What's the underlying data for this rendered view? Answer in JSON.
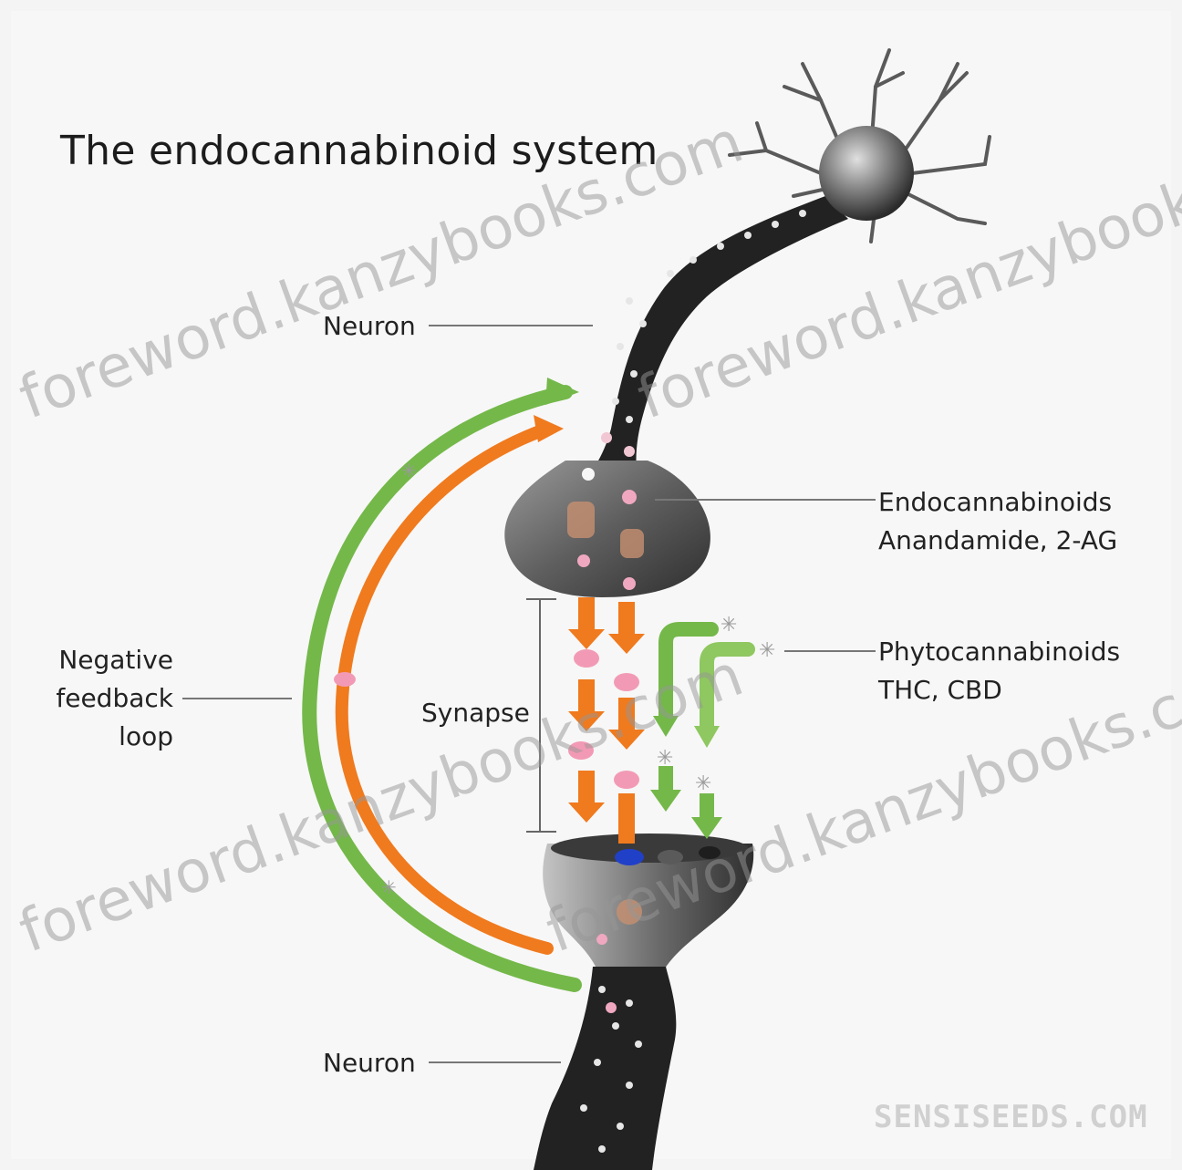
{
  "title": "The endocannabinoid system",
  "labels": {
    "neuron_top": "Neuron",
    "neuron_bottom": "Neuron",
    "endocannabinoids": [
      "Endocannabinoids",
      "Anandamide, 2-AG"
    ],
    "phytocannabinoids": [
      "Phytocannabinoids",
      "THC, CBD"
    ],
    "synapse": "Synapse",
    "negative_feedback": [
      "Negative",
      "feedback",
      "loop"
    ]
  },
  "watermark": "foreword.kanzybooks.com",
  "credit": "SENSISEEDS.COM",
  "colors": {
    "neuron": "#2a2a2a",
    "soma": "#8a8a8a",
    "arrow_orange": "#f07a1e",
    "arrow_green": "#74b84a",
    "arrow_light_green": "#c5e3a0",
    "molecule_pink": "#f29ab5",
    "background": "#f6f6f6"
  }
}
